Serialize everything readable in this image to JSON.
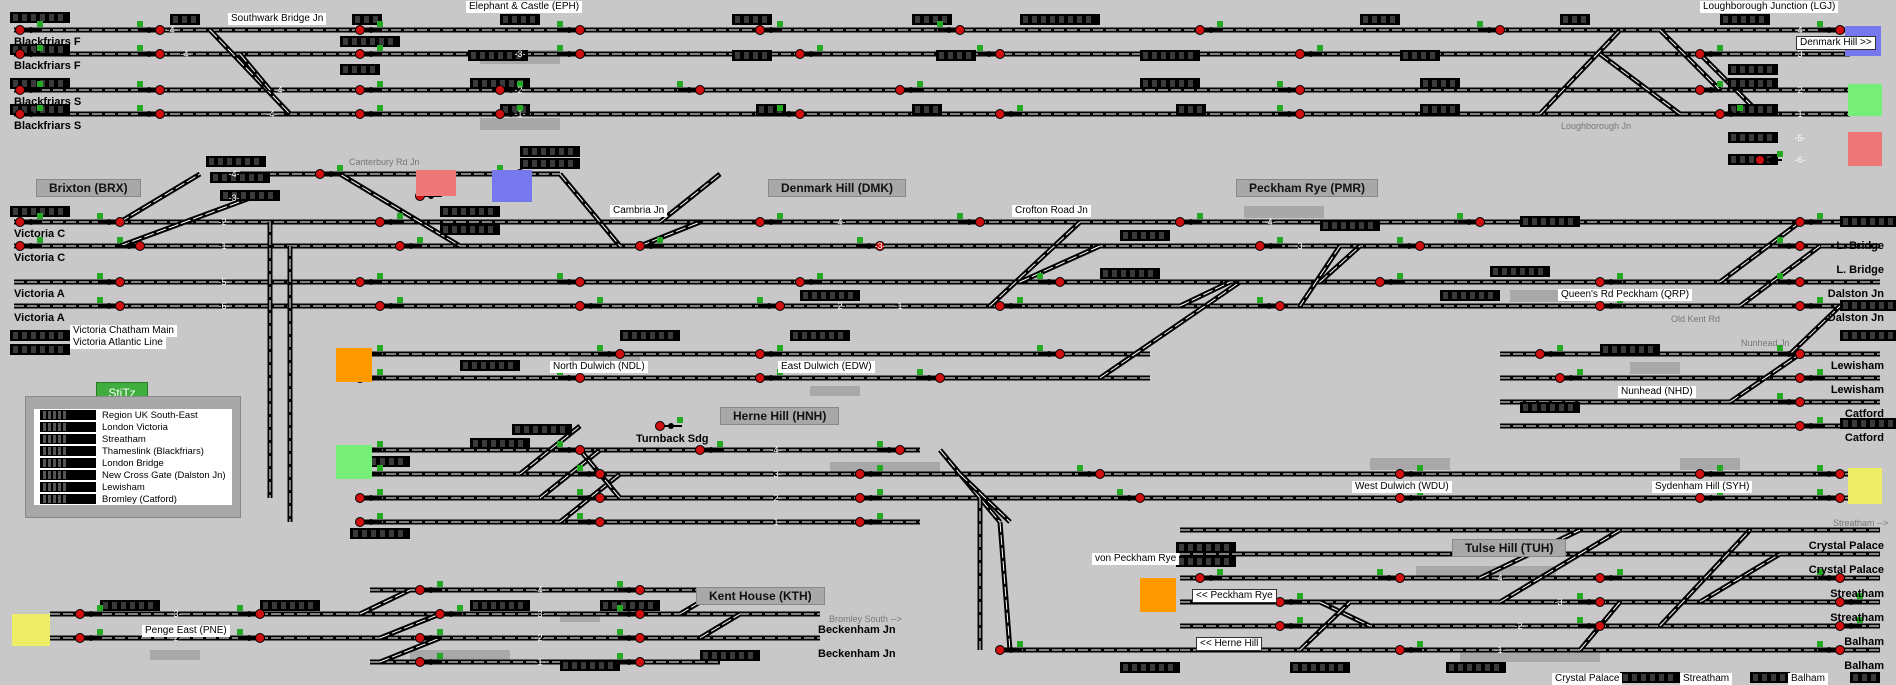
{
  "legend": {
    "title": "StiTz",
    "items": [
      "Region UK South-East",
      "London Victoria",
      "Streatham",
      "Thameslink (Blackfriars)",
      "London Bridge",
      "New Cross Gate (Dalston Jn)",
      "Lewisham",
      "Bromley (Catford)"
    ]
  },
  "stations": [
    {
      "key": "brx",
      "label": "Brixton (BRX)"
    },
    {
      "key": "dmk",
      "label": "Denmark Hill (DMK)"
    },
    {
      "key": "pmr",
      "label": "Peckham Rye (PMR)"
    },
    {
      "key": "hnh",
      "label": "Herne Hill (HNH)"
    },
    {
      "key": "kth",
      "label": "Kent House (KTH)"
    },
    {
      "key": "tuh",
      "label": "Tulse Hill (TUH)"
    }
  ],
  "labels": {
    "southwark": "Southwark Bridge Jn",
    "eph": "Elephant & Castle (EPH)",
    "lgj": "Loughborough Junction (LGJ)",
    "denmark_hill_btn": "Denmark Hill >>",
    "loughborough_jn": "Loughborough Jn",
    "canterbury": "Canterbury Rd Jn",
    "cambria": "Cambria Jn",
    "crofton": "Crofton Road Jn",
    "qrp": "Queen's Rd Peckham (QRP)",
    "oldkent": "Old Kent Rd",
    "nunhead_jn": "Nunhead Jn",
    "nhd": "Nunhead (NHD)",
    "ndl": "North Dulwich (NDL)",
    "edw": "East Dulwich (EDW)",
    "chatham": "Victoria Chatham Main",
    "atlantic": "Victoria Atlantic Line",
    "turnback": "Turnback Sdg",
    "wdu": "West Dulwich (WDU)",
    "syh": "Sydenham Hill (SYH)",
    "streatham_arrow": "Streatham -->",
    "von_peckham": "von Peckham Rye",
    "to_peckham": "<< Peckham Rye",
    "to_herne": "<< Herne Hill",
    "pne": "Penge East (PNE)",
    "bromley_south": "Bromley South -->",
    "bottom_crystal": "Crystal Palace",
    "bottom_streatham": "Streatham",
    "bottom_balham": "Balham"
  },
  "terminals_left": [
    "Blackfriars F",
    "Blackfriars F",
    "Blackfriars S",
    "Blackfriars S",
    "Victoria C",
    "Victoria C",
    "Victoria A",
    "Victoria A"
  ],
  "terminals_right": [
    "L. Bridge",
    "L. Bridge",
    "Dalston Jn",
    "Dalston Jn",
    "Lewisham",
    "Lewisham",
    "Catford",
    "Catford",
    "Crystal Palace",
    "Crystal Palace",
    "Streatham",
    "Streatham",
    "Balham",
    "Balham"
  ],
  "terminals_mid": [
    "Beckenham Jn",
    "Beckenham Jn"
  ],
  "track_numbers": [
    "-4-",
    "-3-",
    "-2-",
    "-1-",
    "-5-",
    "-6-"
  ],
  "colors": {
    "background": "#c8c8c8",
    "track": "#000000",
    "signal_red": "#d01010",
    "signal_green": "#22aa22",
    "pad_orange": "#ff9900",
    "pad_green": "#77ee77",
    "pad_red": "#ee7777",
    "pad_blue": "#7777ee",
    "pad_yellow": "#eeee66",
    "legend_green": "#3fae3f"
  }
}
